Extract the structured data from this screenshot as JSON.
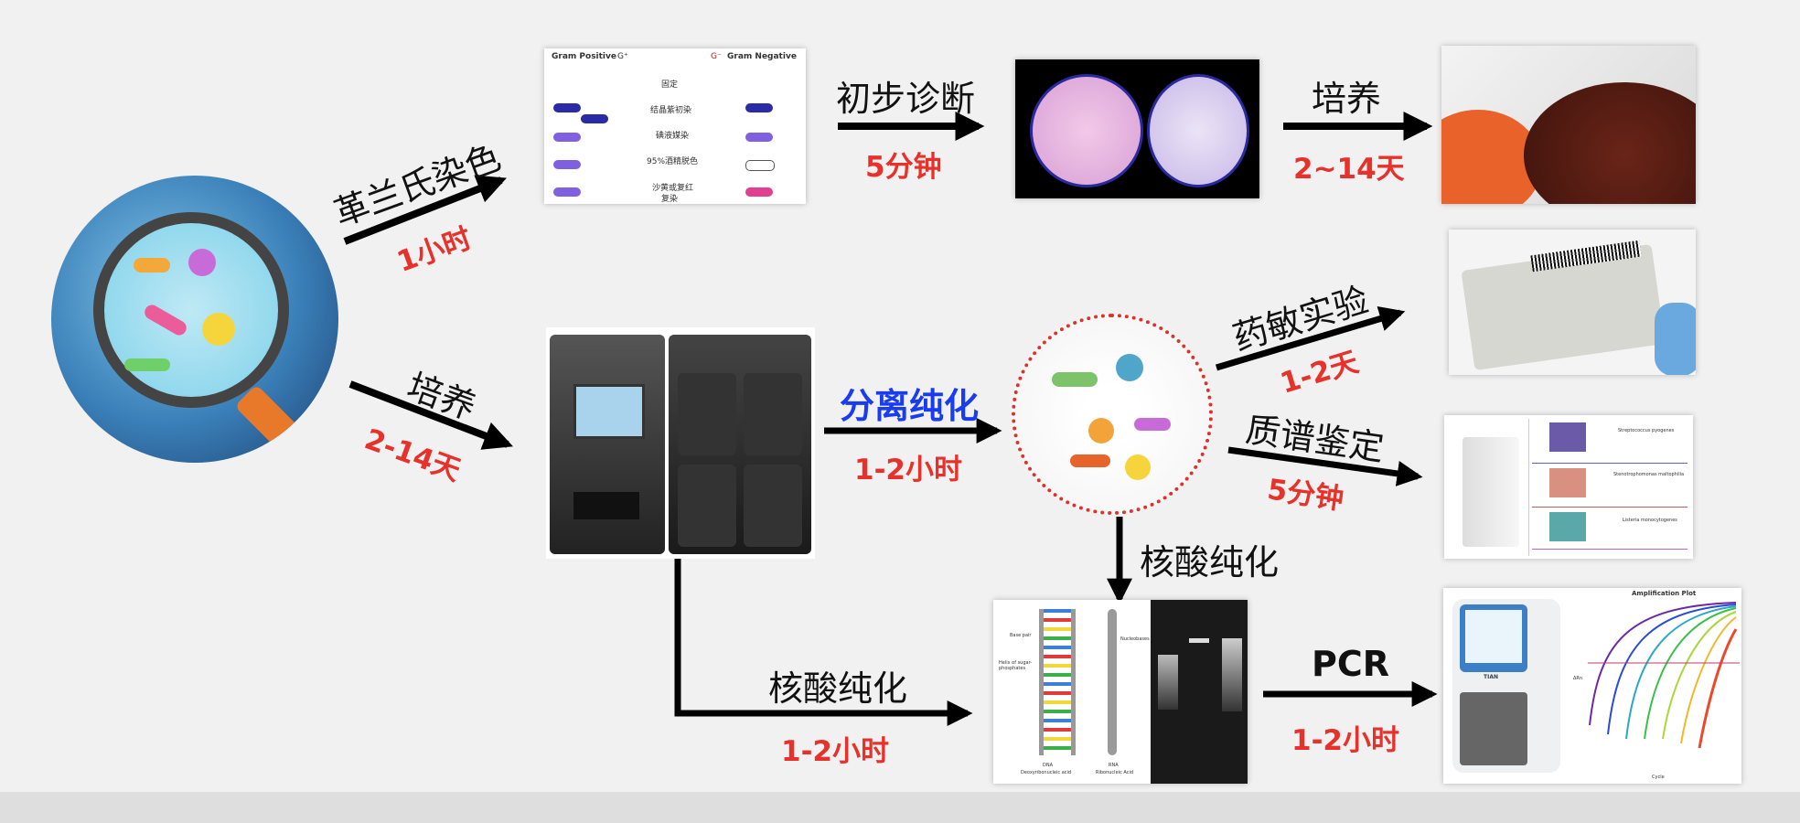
{
  "source": {
    "label": "magnifier-bacteria-sample"
  },
  "gram_branch": {
    "arrow_label": "革兰氏染色",
    "time": "1小时",
    "image": {
      "positive_label": "Gram Positive",
      "positive_sign": "G⁺",
      "negative_sign": "G⁻",
      "negative_label": "Gram Negative",
      "steps": [
        "固定",
        "结晶紫初染",
        "碘液媒染",
        "95%酒精脱色",
        "沙黄或复红",
        "复染"
      ]
    },
    "to_microscopy": {
      "label": "初步诊断",
      "time": "5分钟"
    },
    "to_culture": {
      "label": "培养",
      "time": "2~14天"
    }
  },
  "culture_branch": {
    "arrow_label": "培养",
    "time": "2-14天",
    "isolate": {
      "label": "分离纯化",
      "time": "1-2小时"
    },
    "ast": {
      "label": "药敏实验",
      "time": "1-2天"
    },
    "maldi": {
      "label": "质谱鉴定",
      "time": "5分钟",
      "species": [
        "Streptococcus pyogenes",
        "Stenotrophomonas maltophilia",
        "Listeria monocytogenes"
      ]
    },
    "nucleic_from_isolate": {
      "label": "核酸纯化"
    }
  },
  "direct_nucleic": {
    "label": "核酸纯化",
    "time": "1-2小时",
    "image": {
      "base_pair": "Base pair",
      "helix": "Helix of sugar-phosphates",
      "nucleobases": "Nucleobases",
      "dna": "DNA",
      "dna_full": "Deoxyribonucleic acid",
      "rna": "RNA",
      "rna_full": "Ribonucleic Acid"
    }
  },
  "pcr": {
    "label": "PCR",
    "time": "1-2小时",
    "plot_title": "Amplification Plot",
    "x_label": "Cycle",
    "y_label": "ΔRn",
    "instrument_brand": "TIAN"
  },
  "colors": {
    "accent_red": "#e8312a",
    "accent_blue": "#1a3cf0",
    "arrow": "#000000"
  }
}
